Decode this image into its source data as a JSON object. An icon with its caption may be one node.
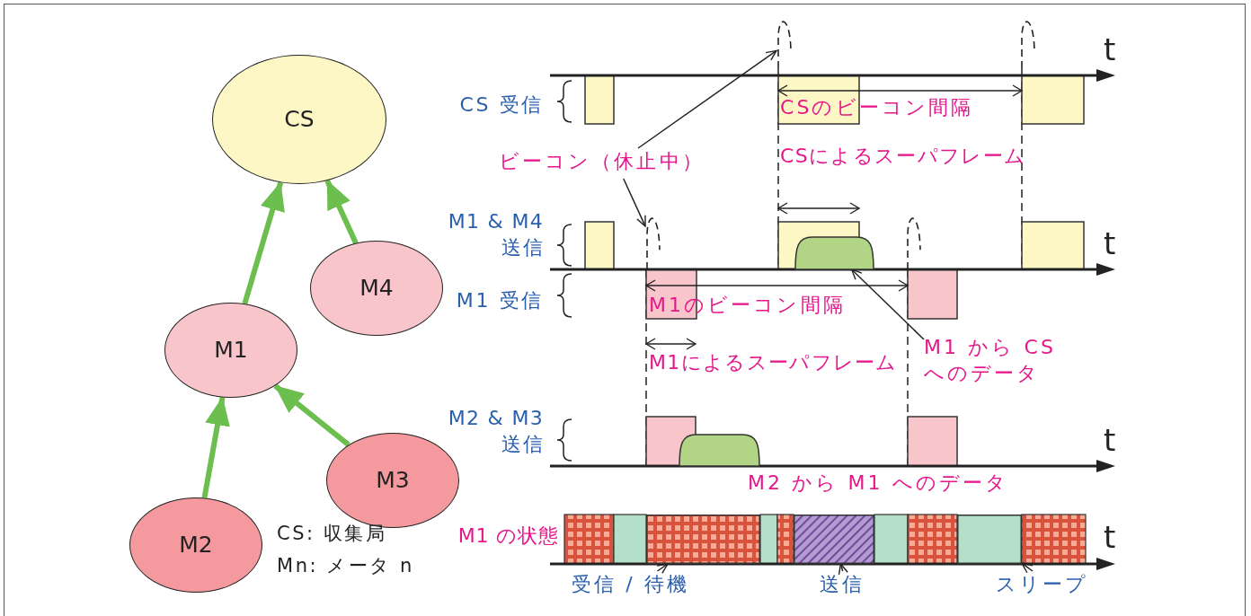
{
  "diagram": {
    "nodes": [
      {
        "text": [
          "CS"
        ]
      },
      {
        "text": [
          "M4"
        ]
      },
      {
        "text": [
          "M1"
        ]
      },
      {
        "text": [
          "M3"
        ]
      },
      {
        "text": [
          "M2"
        ]
      },
      {
        "text": [],
        "shape": "arc"
      },
      {
        "text": [
          "ビーコン（休止中）"
        ]
      },
      {
        "text": [],
        "shape": "arc"
      },
      {
        "text": [],
        "shape": "bar"
      },
      {
        "text": [
          "M1 から CS へのデータ"
        ]
      },
      {
        "text": [],
        "shape": "box"
      },
      {
        "text": [],
        "shape": "box"
      },
      {
        "text": [],
        "shape": "box"
      },
      {
        "text": [
          "受信 / 待機"
        ]
      },
      {
        "text": [
          "送信"
        ]
      },
      {
        "text": [
          "スリープ"
        ]
      },
      {
        "text": [],
        "shape": "bar"
      }
    ],
    "edges": [
      {
        "from": 2,
        "to": 0,
        "arrow": "to",
        "style": "thick",
        "color": "#6cbf4f"
      },
      {
        "from": 1,
        "to": 0,
        "arrow": "to",
        "style": "thick",
        "color": "#6cbf4f"
      },
      {
        "from": 4,
        "to": 2,
        "arrow": "to",
        "style": "thick",
        "color": "#6cbf4f"
      },
      {
        "from": 3,
        "to": 2,
        "arrow": "to",
        "style": "thick",
        "color": "#6cbf4f"
      },
      {
        "from": 6,
        "to": 5,
        "arrow": "to"
      },
      {
        "from": 6,
        "to": 7,
        "arrow": "to"
      },
      {
        "from": 9,
        "to": 8,
        "arrow": "to"
      },
      {
        "from": 13,
        "to": 10,
        "arrow": "to"
      },
      {
        "from": 14,
        "to": 11,
        "arrow": "to"
      },
      {
        "from": 15,
        "to": 12,
        "arrow": "to"
      }
    ],
    "labels": [
      "CS 受信",
      "t",
      "CSのビーコン間隔",
      "CSによるスーパフレーム",
      "M1 & M4 送信",
      "t",
      "M1 受信",
      "M1のビーコン間隔",
      "M1によるスーパフレーム",
      "M2 & M3 送信",
      "t",
      "M2 から M1 へのデータ",
      "M1 の状態",
      "t",
      "CS: 収集局",
      "Mn: メータ n"
    ]
  }
}
